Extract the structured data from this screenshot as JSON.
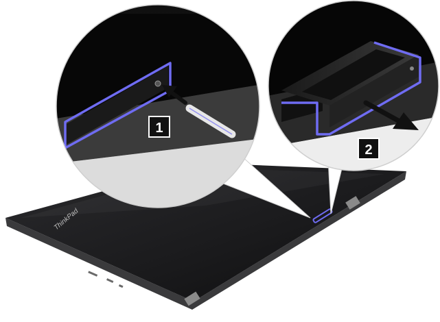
{
  "figure": {
    "brand_logo": "ThinkPad",
    "steps": [
      {
        "number": "1",
        "action": "press-eject-button"
      },
      {
        "number": "2",
        "action": "pull-tray-out"
      }
    ],
    "colors": {
      "highlight": "#6f6cf2",
      "step_badge_bg": "#111111",
      "step_badge_text": "#ffffff",
      "laptop_lid": "#1c1c1e"
    }
  }
}
